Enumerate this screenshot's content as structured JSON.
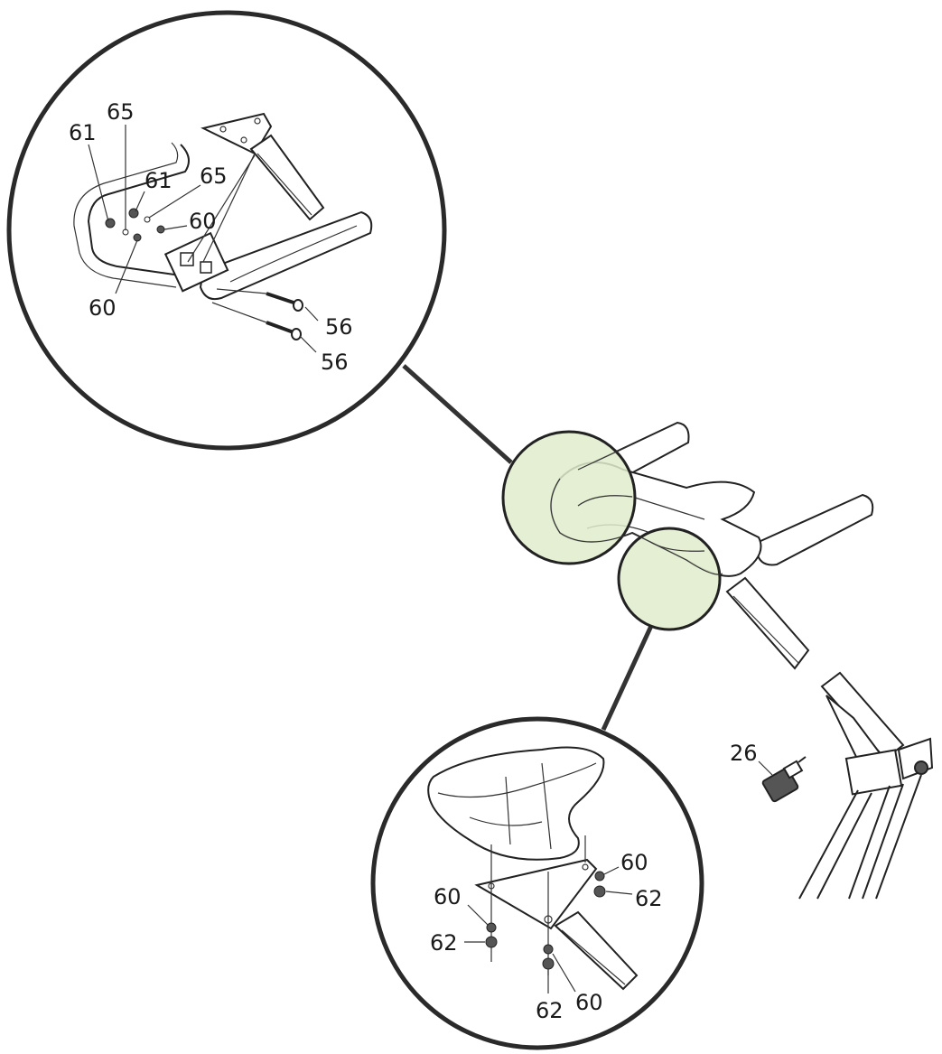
{
  "colors": {
    "line": "#222222",
    "highlight": "#dfeccc",
    "highlight_stroke": "#222222",
    "background": "#ffffff"
  },
  "callouts": {
    "top_detail": {
      "labels": [
        "61",
        "65",
        "61",
        "65",
        "60",
        "60",
        "56",
        "56"
      ]
    },
    "bottom_detail": {
      "labels": [
        "60",
        "62",
        "60",
        "62",
        "62",
        "60"
      ]
    },
    "loose": {
      "labels": [
        "26"
      ]
    }
  }
}
